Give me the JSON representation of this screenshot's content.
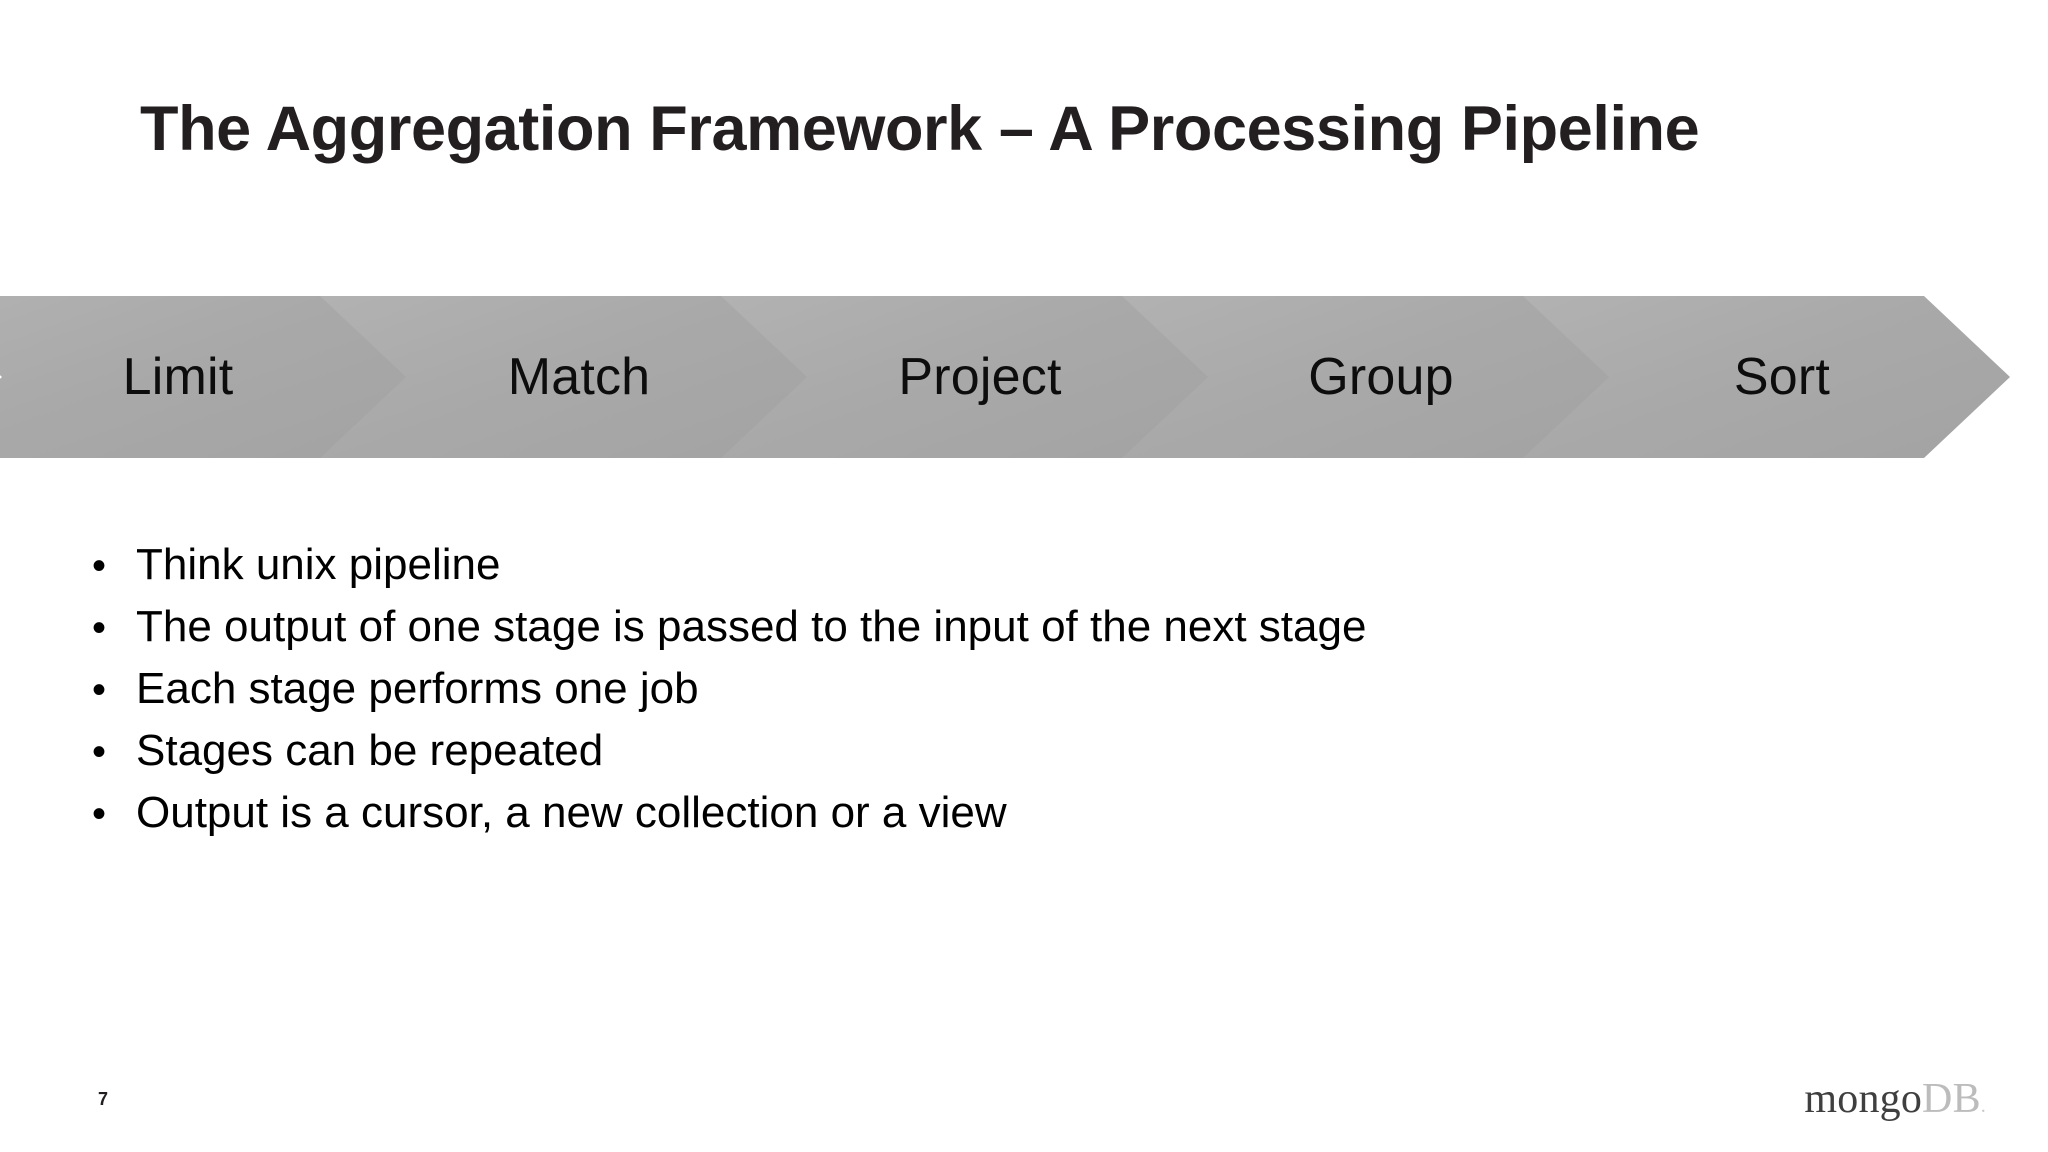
{
  "slide": {
    "title": "The Aggregation Framework – A Processing Pipeline",
    "page_number": "7",
    "background_color": "#ffffff",
    "title_color": "#231f20"
  },
  "pipeline": {
    "name": "aggregation-pipeline-stages",
    "chevron_fill_color": "#a9a9a9",
    "chevron_text_color": "#0d0d0d",
    "stages": [
      {
        "label": "Limit"
      },
      {
        "label": "Match"
      },
      {
        "label": "Project"
      },
      {
        "label": "Group"
      },
      {
        "label": "Sort"
      }
    ]
  },
  "bullets": {
    "marker": "•",
    "items": [
      {
        "text": "Think unix pipeline"
      },
      {
        "text": "The output of one stage is passed to the input of the next stage"
      },
      {
        "text": "Each stage performs one job"
      },
      {
        "text": "Stages can be repeated"
      },
      {
        "text": "Output is a cursor, a new collection or a view"
      }
    ]
  },
  "footer": {
    "logo": {
      "primary": "mongo",
      "secondary": "DB",
      "dot": "."
    }
  }
}
